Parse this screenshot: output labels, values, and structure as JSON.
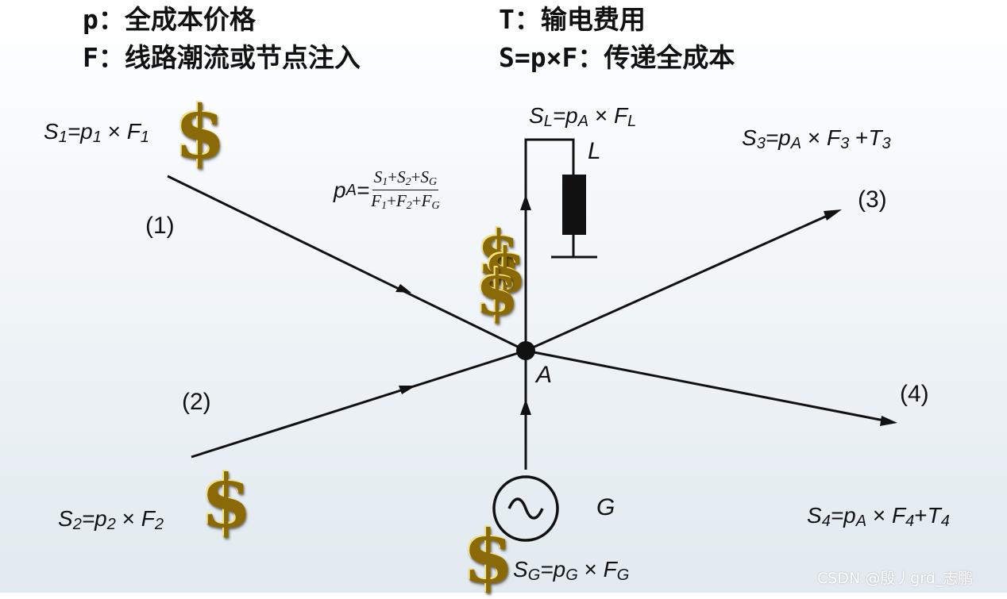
{
  "legend": {
    "p_def": "p：全成本价格",
    "T_def": "T：输电费用",
    "F_def": "F：线路潮流或节点注入",
    "S_def": "S=p×F：传递全成本"
  },
  "equations": {
    "s1": {
      "S": "S",
      "s_sub": "1",
      "p": "p",
      "p_sub": "1",
      "F": "F",
      "f_sub": "1",
      "mult": "=",
      "times": "×"
    },
    "s2": {
      "S": "S",
      "s_sub": "2",
      "p": "p",
      "p_sub": "2",
      "F": "F",
      "f_sub": "2",
      "mult": "=",
      "times": "×"
    },
    "s3": {
      "S": "S",
      "s_sub": "3",
      "p": "p",
      "p_sub": "A",
      "F": "F",
      "f_sub": "3",
      "plus": "+",
      "T": "T",
      "t_sub": "3"
    },
    "s4": {
      "S": "S",
      "s_sub": "4",
      "p": "p",
      "p_sub": "A",
      "F": "F",
      "f_sub": "4",
      "plus": "+",
      "T": "T",
      "t_sub": "4"
    },
    "sL": {
      "S": "S",
      "s_sub": "L",
      "p": "p",
      "p_sub": "A",
      "F": "F",
      "f_sub": "L"
    },
    "sG": {
      "S": "S",
      "s_sub": "G",
      "p": "p",
      "p_sub": "G",
      "F": "F",
      "f_sub": "G"
    },
    "pA": {
      "p": "p",
      "p_sub": "A",
      "eq": "=",
      "numerator": [
        "S",
        "1",
        "+",
        "S",
        "2",
        "+",
        "S",
        "G"
      ],
      "denominator": [
        "F",
        "1",
        "+",
        "F",
        "2",
        "+",
        "F",
        "G"
      ]
    }
  },
  "labels": {
    "branch1": "(1)",
    "branch2": "(2)",
    "branch3": "(3)",
    "branch4": "(4)",
    "node": "A",
    "load": "L",
    "generator": "G"
  },
  "icons": {
    "dollar": "dollar-sign-icon",
    "dollar_glyph": "$",
    "generator": "ac-generator-icon",
    "load": "resistor-load-icon"
  },
  "colors": {
    "line": "#111111",
    "gold": "#d4a514"
  },
  "watermark": "CSDN @殷丿grd_志鹏"
}
